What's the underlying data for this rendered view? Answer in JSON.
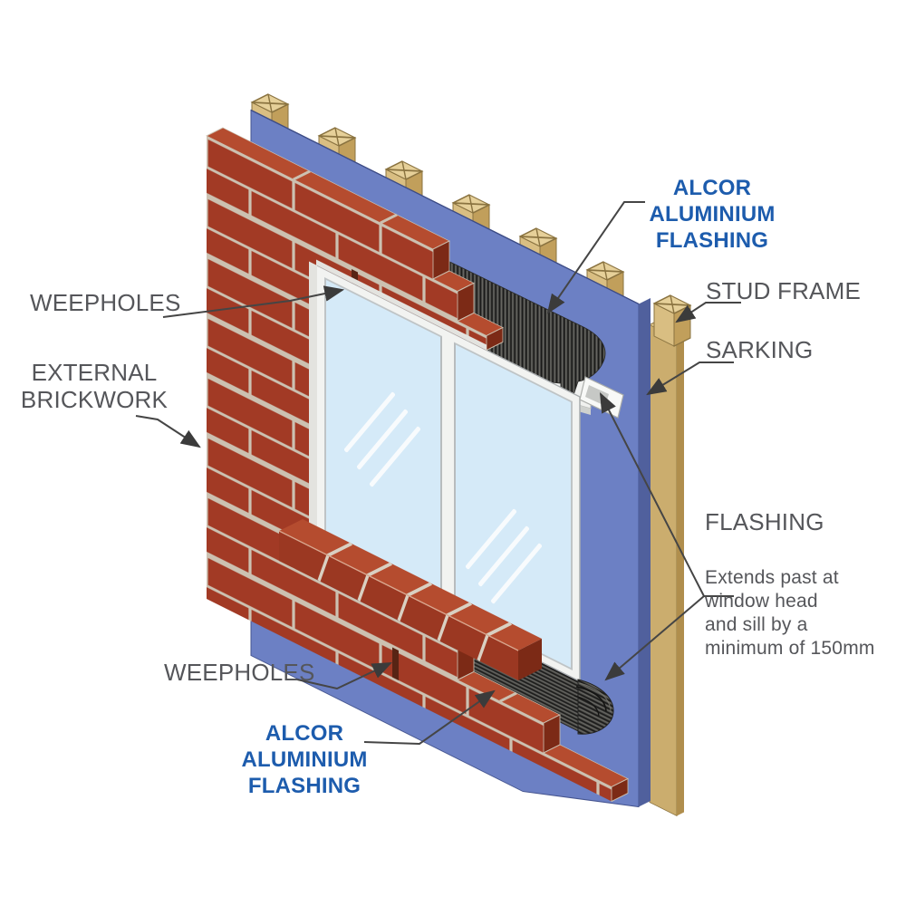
{
  "labels": {
    "weepholes_top": "WEEPHOLES",
    "external_brickwork": "EXTERNAL\nBRICKWORK",
    "alcor_flashing_top": "ALCOR\nALUMINIUM\nFLASHING",
    "stud_frame": "STUD FRAME",
    "sarking": "SARKING",
    "flashing_heading": "FLASHING",
    "flashing_note": "Extends past at\nwindow head\nand sill by a\nminimum of 150mm",
    "weepholes_bottom": "WEEPHOLES",
    "alcor_flashing_bottom": "ALCOR\nALUMINIUM\nFLASHING"
  },
  "colors": {
    "background": "#FFFFFF",
    "label_text": "#55565A",
    "brand_blue": "#1D5CAD",
    "leader_line": "#454545",
    "arrowhead": "#3B3B3B",
    "brick": "#A23A25",
    "brick_top": "#B54C2F",
    "brick_side": "#7C2A16",
    "brick_sill": "#9B3822",
    "mortar": "#CCC1B1",
    "weephole_slot": "#582414",
    "sarking": "#6C80C4",
    "sarking_side": "#50609D",
    "sarking_edge": "#3D4C86",
    "timber": "#D9BE82",
    "timber_side": "#C19F5B",
    "timber_top": "#E6D099",
    "timber_line": "#8A7340",
    "plank": "#CBAD6E",
    "plank_side": "#B08E4D",
    "plank_top": "#E0C78D",
    "flashing_dark": "#4E4E4B",
    "flashing_rib": "#1B1B1A",
    "glass": "#D5EAF8",
    "frame_white": "#F2F3F1",
    "frame_line": "#A8ACAE",
    "tray_white": "#F0F1EF",
    "tray_shadow": "#CFD1CE",
    "dam_white": "#F8F9F7"
  }
}
